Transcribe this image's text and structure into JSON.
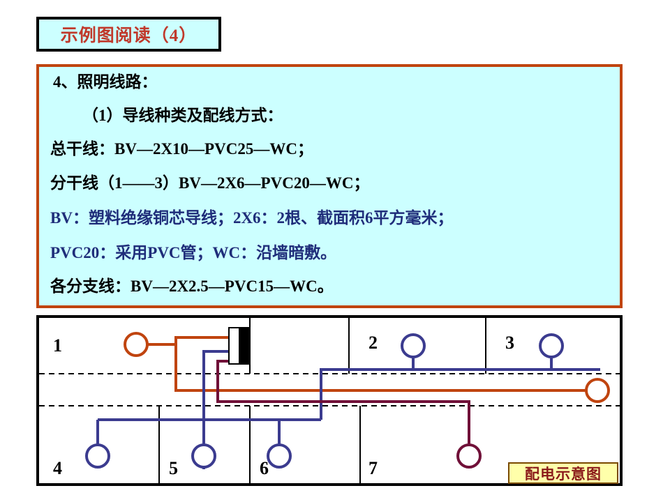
{
  "slide": {
    "title": "示例图阅读（4）",
    "title_colors": {
      "text": "#c0392b",
      "background": "#ccffff",
      "border": "#000000"
    }
  },
  "body_panel": {
    "background": "#ccffff",
    "border_color": "#c0440f",
    "lines": [
      {
        "id": "heading",
        "text": "4、照明线路：",
        "color": "#000000"
      },
      {
        "id": "sub_heading",
        "text": "（1）导线种类及配线方式：",
        "color": "#000000"
      },
      {
        "id": "main_feed",
        "text": "总干线：BV—2X10—PVC25—WC；",
        "color": "#000000"
      },
      {
        "id": "branch_feed",
        "text": "分干线（1——3）BV—2X6—PVC20—WC；",
        "color": "#000000"
      },
      {
        "id": "bv_note",
        "text": "BV：塑料绝缘铜芯导线；2X6：2根、截面积6平方毫米；",
        "color": "#1f2d7a"
      },
      {
        "id": "pvc_note",
        "text": "PVC20：采用PVC管；WC：沿墙暗敷。",
        "color": "#1f2d7a"
      },
      {
        "id": "sub_branch",
        "text": "各分支线：BV—2X2.5—PVC15—WC。",
        "color": "#000000"
      }
    ]
  },
  "diagram": {
    "caption": "配电示意图",
    "caption_colors": {
      "text": "#8b1a1a",
      "background": "#ffffaa",
      "border": "#7a4a00"
    },
    "wire_colors": {
      "main_orange": "#c0440f",
      "branch_blue": "#3b3b8f",
      "branch_maroon": "#701038",
      "wall": "#000000"
    },
    "panel_label": "distribution-board",
    "room_labels": [
      {
        "id": "room-1",
        "text": "1"
      },
      {
        "id": "room-2",
        "text": "2"
      },
      {
        "id": "room-3",
        "text": "3"
      },
      {
        "id": "room-4",
        "text": "4"
      },
      {
        "id": "room-5",
        "text": "5"
      },
      {
        "id": "room-6",
        "text": "6"
      },
      {
        "id": "room-7",
        "text": "7"
      }
    ],
    "fixtures": [
      {
        "id": "lamp-room-1",
        "color": "#c0440f"
      },
      {
        "id": "lamp-room-2",
        "color": "#3b3b8f"
      },
      {
        "id": "lamp-room-3",
        "color": "#3b3b8f"
      },
      {
        "id": "lamp-corridor",
        "color": "#c0440f"
      },
      {
        "id": "lamp-room-4",
        "color": "#3b3b8f"
      },
      {
        "id": "lamp-room-5",
        "color": "#3b3b8f"
      },
      {
        "id": "lamp-room-6",
        "color": "#3b3b8f"
      },
      {
        "id": "lamp-room-7",
        "color": "#701038"
      }
    ]
  }
}
